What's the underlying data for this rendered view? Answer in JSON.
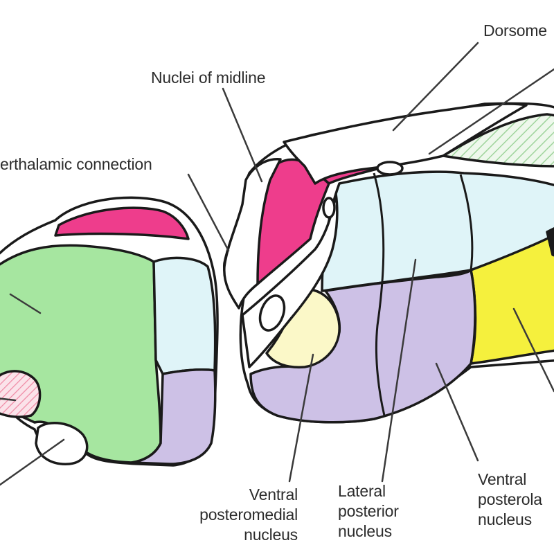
{
  "diagram": {
    "colors": {
      "outline": "#1a1a1a",
      "magenta": "#ee3d8c",
      "light_blue": "#dff4f8",
      "green": "#a6e6a0",
      "lavender": "#cdc1e6",
      "yellow": "#f5f03d",
      "pale_yellow": "#fbf8c8",
      "pink_hatch": "#f4a7b9",
      "green_hatch": "#9fd49c",
      "white": "#ffffff",
      "leader": "#3a3a3a"
    },
    "labels": {
      "dorsomedial": "Dorsome",
      "nuclei_midline": "Nuclei of midline",
      "interthalamic": "erthalamic connection",
      "vpm_line1": "Ventral",
      "vpm_line2": "posteromedial",
      "vpm_line3": "nucleus",
      "lp_line1": "Lateral",
      "lp_line2": "posterior",
      "lp_line3": "nucleus",
      "vpl_line1": "Ventral",
      "vpl_line2": "posterola",
      "vpl_line3": "nucleus"
    }
  }
}
